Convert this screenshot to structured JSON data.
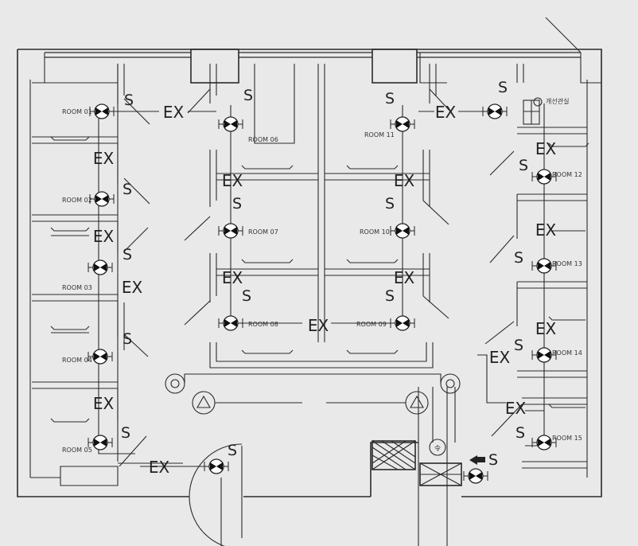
{
  "labels": {
    "supply": "S",
    "exhaust": "EX",
    "top_right_note": "개선관실",
    "hazard_glyph": "令"
  },
  "rooms": [
    {
      "id": "r01",
      "text": "ROOM 01"
    },
    {
      "id": "r02",
      "text": "ROOM 02"
    },
    {
      "id": "r03",
      "text": "ROOM 03"
    },
    {
      "id": "r04",
      "text": "ROOM 04"
    },
    {
      "id": "r05",
      "text": "ROOM 05"
    },
    {
      "id": "r06",
      "text": "ROOM 06"
    },
    {
      "id": "r07",
      "text": "ROOM 07"
    },
    {
      "id": "r08",
      "text": "ROOM 08"
    },
    {
      "id": "r09",
      "text": "ROOM 09"
    },
    {
      "id": "r10",
      "text": "ROOM 10"
    },
    {
      "id": "r11",
      "text": "ROOM 11"
    },
    {
      "id": "r12",
      "text": "ROOM 12"
    },
    {
      "id": "r13",
      "text": "ROOM 13"
    },
    {
      "id": "r14",
      "text": "ROOM 14"
    },
    {
      "id": "r15",
      "text": "ROOM 15"
    }
  ]
}
